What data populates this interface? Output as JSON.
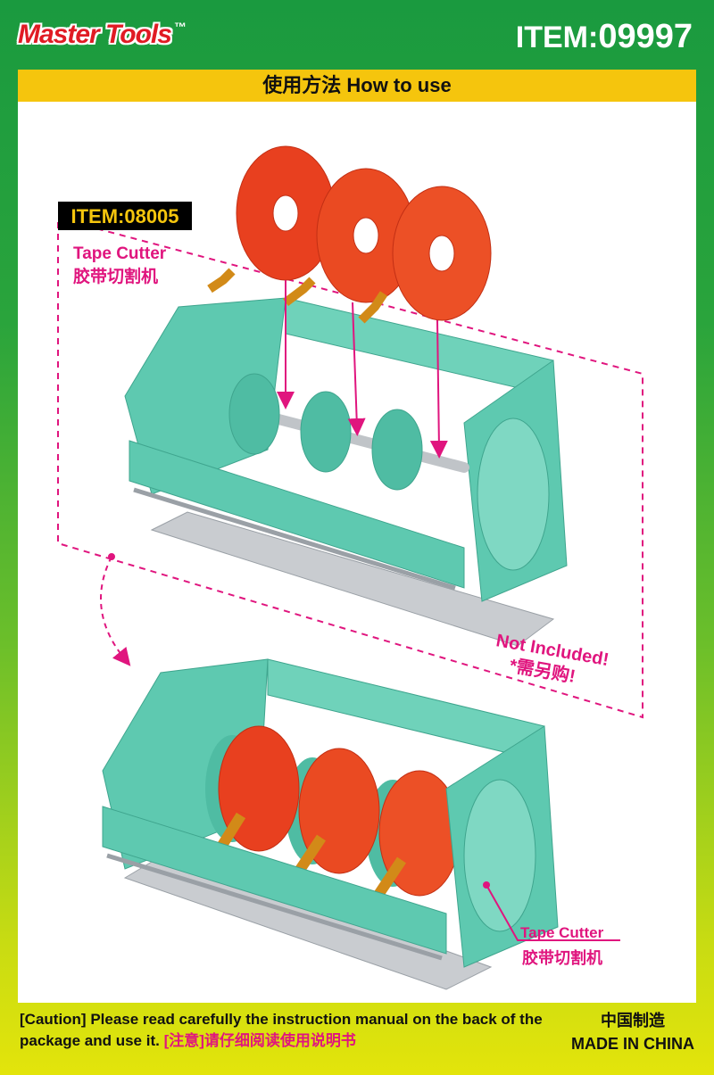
{
  "header": {
    "brand_name": "Master Tools",
    "brand_mark": "™",
    "item_prefix": "ITEM:",
    "item_number": "09997"
  },
  "banner": {
    "title": "使用方法 How to use"
  },
  "illustration": {
    "badge_text": "ITEM:08005",
    "tape_cutter_en": "Tape Cutter",
    "tape_cutter_cn": "胶带切割机",
    "not_included_en": "Not Included!",
    "not_included_cn": "*需另购!",
    "callout_en": "Tape Cutter",
    "callout_cn": "胶带切割机"
  },
  "footer": {
    "caution_en": "[Caution] Please read carefully the instruction manual on the back of the package and use it.",
    "caution_cn": "[注意]请仔细阅读使用说明书",
    "origin_cn": "中国制造",
    "origin_en": "MADE IN CHINA"
  },
  "colors": {
    "teal": "#5ec9b0",
    "tape_red": "#e8401f",
    "tape_amber": "#d28a18",
    "magenta": "#e0157e",
    "banner_yellow": "#f5c50d",
    "brand_red": "#e01b24"
  }
}
